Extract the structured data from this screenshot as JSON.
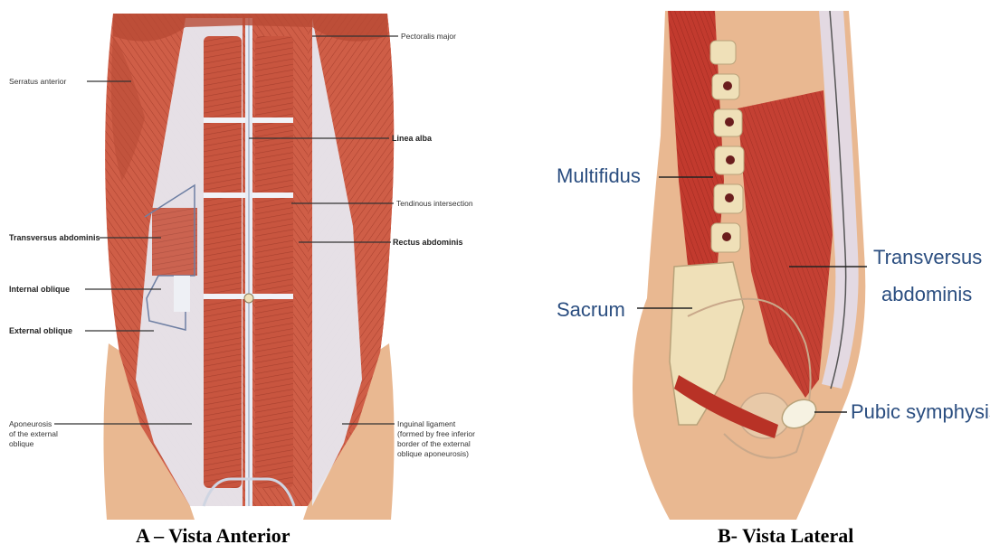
{
  "panel_a": {
    "labels": {
      "pectoralis_major": "Pectoralis major",
      "serratus_anterior": "Serratus anterior",
      "linea_alba": "Linea alba",
      "tendinous_intersection": "Tendinous intersection",
      "transversus_abdominis": "Transversus abdominis",
      "rectus_abdominis": "Rectus abdominis",
      "internal_oblique": "Internal oblique",
      "external_oblique": "External oblique",
      "aponeurosis_1": "Aponeurosis",
      "aponeurosis_2": "of the external",
      "aponeurosis_3": "oblique",
      "inguinal_1": "Inguinal ligament",
      "inguinal_2": "(formed by free inferior",
      "inguinal_3": "border of the external",
      "inguinal_4": "oblique aponeurosis)"
    },
    "caption": "A – Vista Anterior"
  },
  "panel_b": {
    "labels": {
      "multifidus": "Multifidus",
      "sacrum": "Sacrum",
      "transversus_1": "Transversus",
      "transversus_2": "abdominis",
      "pubic_symphysis": "Pubic symphysis"
    },
    "caption": "B- Vista Lateral"
  },
  "colors": {
    "muscle": "#c8553f",
    "muscle_dark": "#a63a28",
    "fascia": "#e8ecf4",
    "skin": "#e9b891",
    "bone": "#efe0b8",
    "label_blue": "#2b4e80"
  }
}
